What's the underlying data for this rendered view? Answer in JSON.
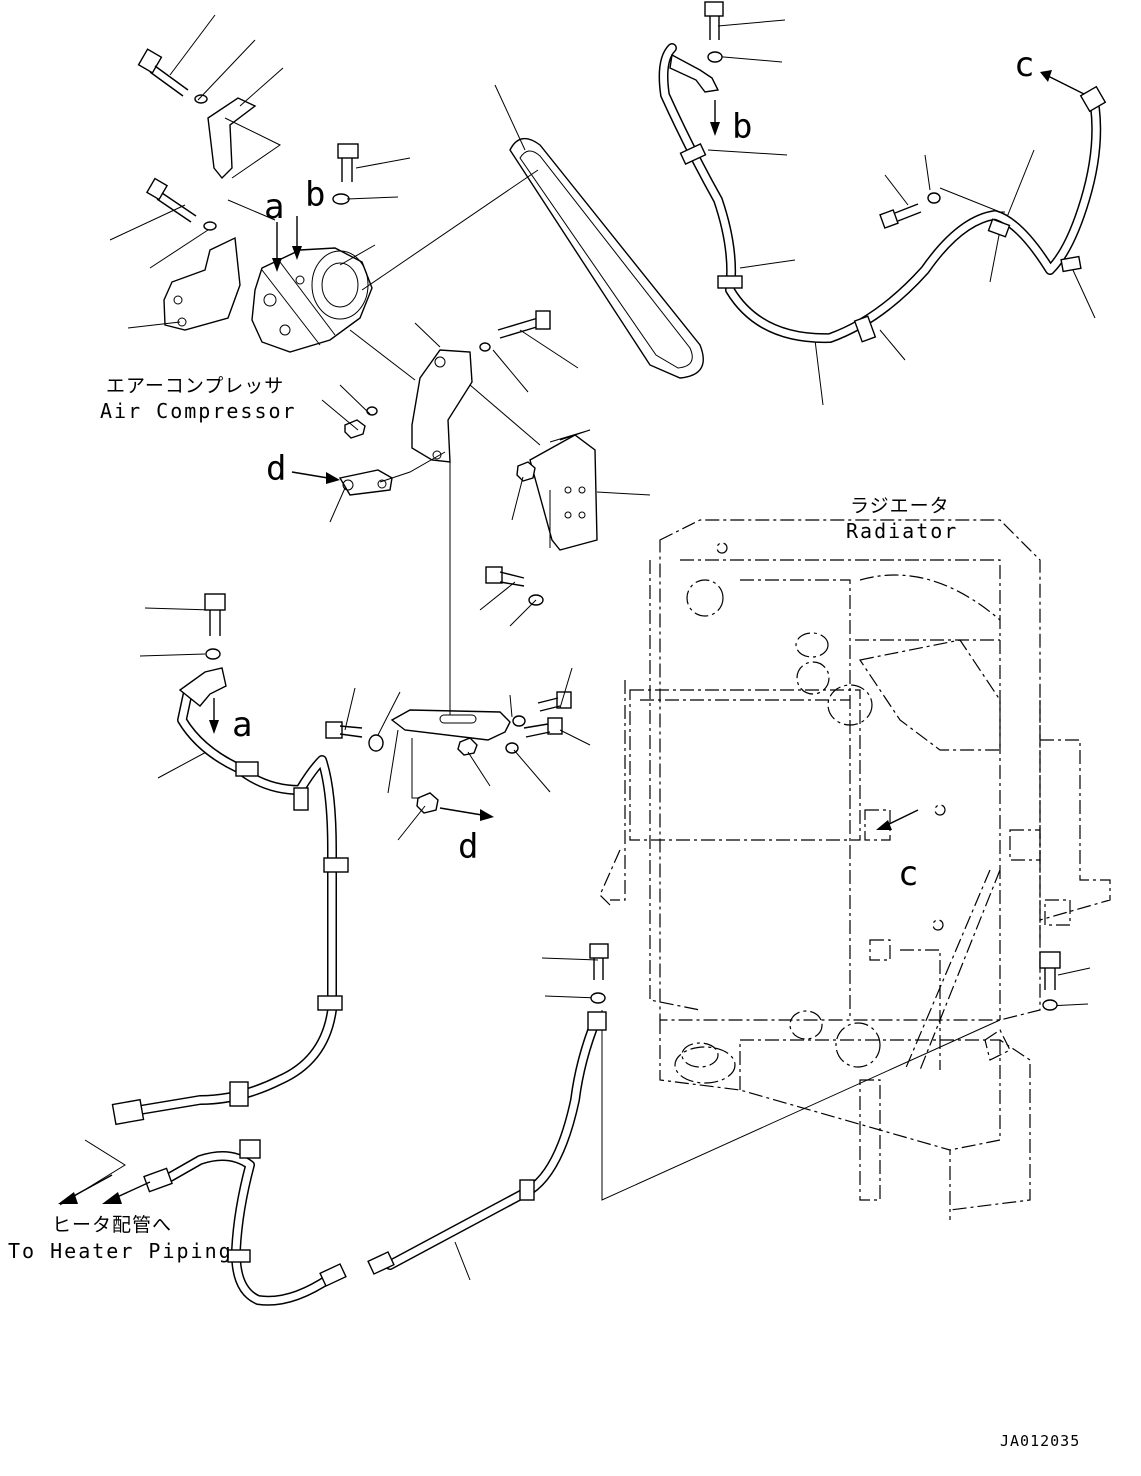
{
  "labels": {
    "air_compressor_jp": "エアーコンプレッサ",
    "air_compressor_en": "Air Compressor",
    "radiator_jp": "ラジエータ",
    "radiator_en": "Radiator",
    "heater_piping_jp": "ヒータ配管へ",
    "heater_piping_en": "To Heater Piping",
    "drawing_id": "JA012035"
  },
  "reference_letters": {
    "a": "a",
    "b": "b",
    "c": "c",
    "d": "d"
  }
}
